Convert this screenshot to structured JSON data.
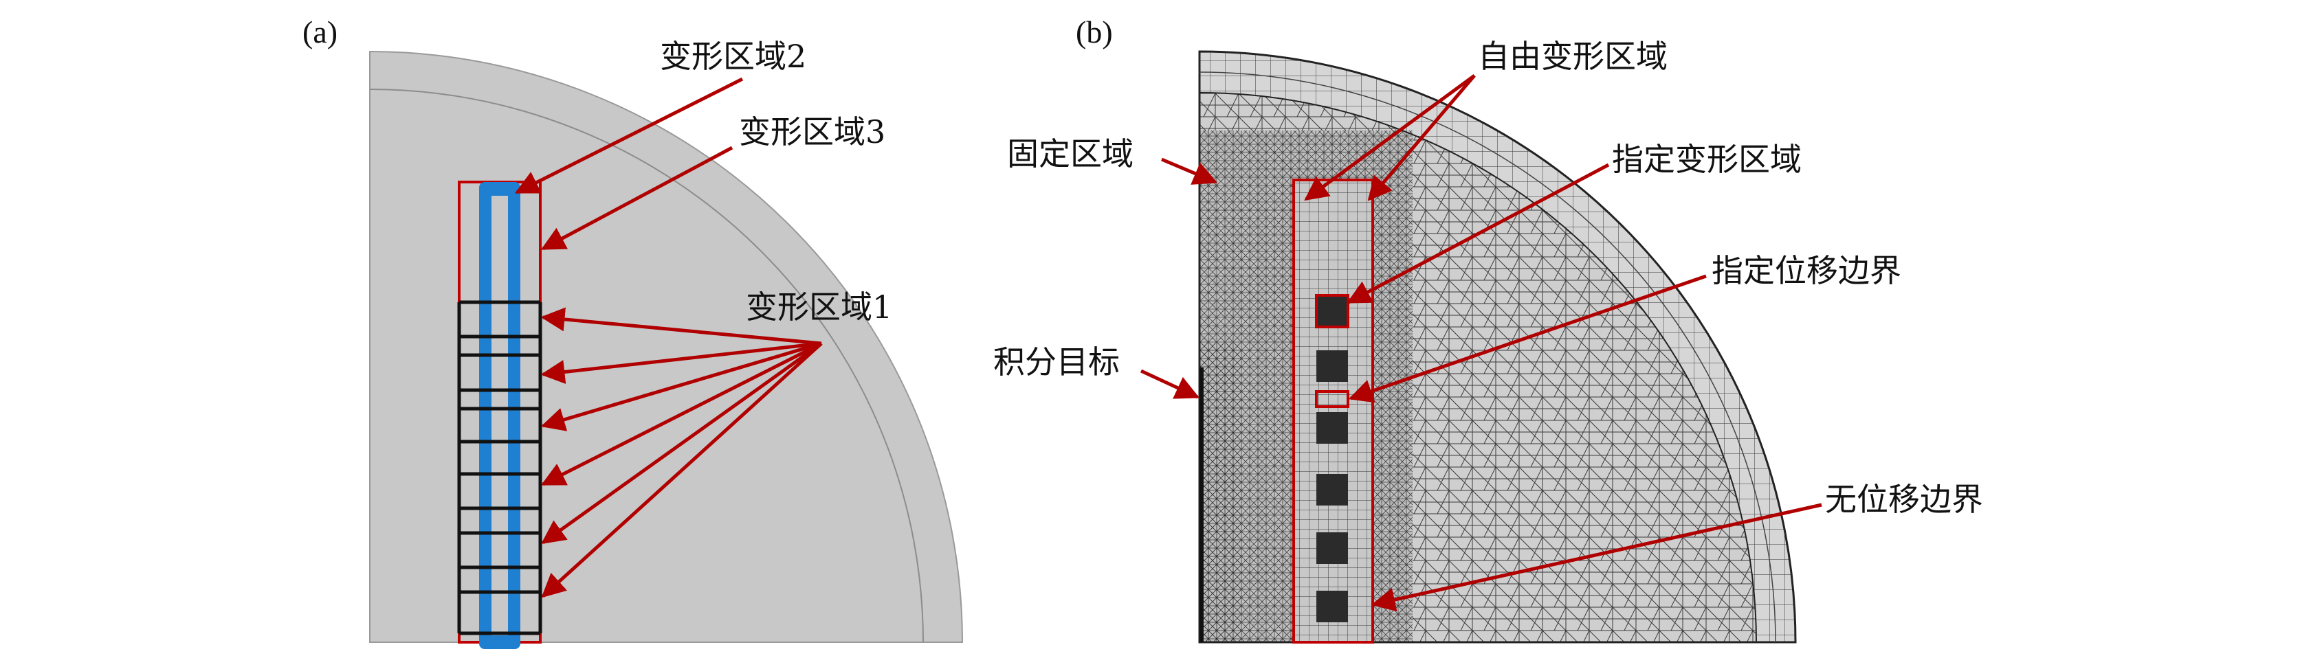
{
  "panel_a": {
    "label": "(a)",
    "labels": {
      "deform2": "变形区域2",
      "deform3": "变形区域3",
      "deform1": "变形区域1"
    }
  },
  "panel_b": {
    "label": "(b)",
    "labels": {
      "free_deform": "自由变形区域",
      "fixed": "固定区域",
      "specified_deform": "指定变形区域",
      "specified_disp": "指定位移边界",
      "integration_target": "积分目标",
      "no_disp": "无位移边界"
    }
  },
  "colors": {
    "domain_fill": "#c8c8c8",
    "arrow": "#b00000",
    "electrode_blue": "#1f7fd0",
    "outline": "#222222"
  }
}
